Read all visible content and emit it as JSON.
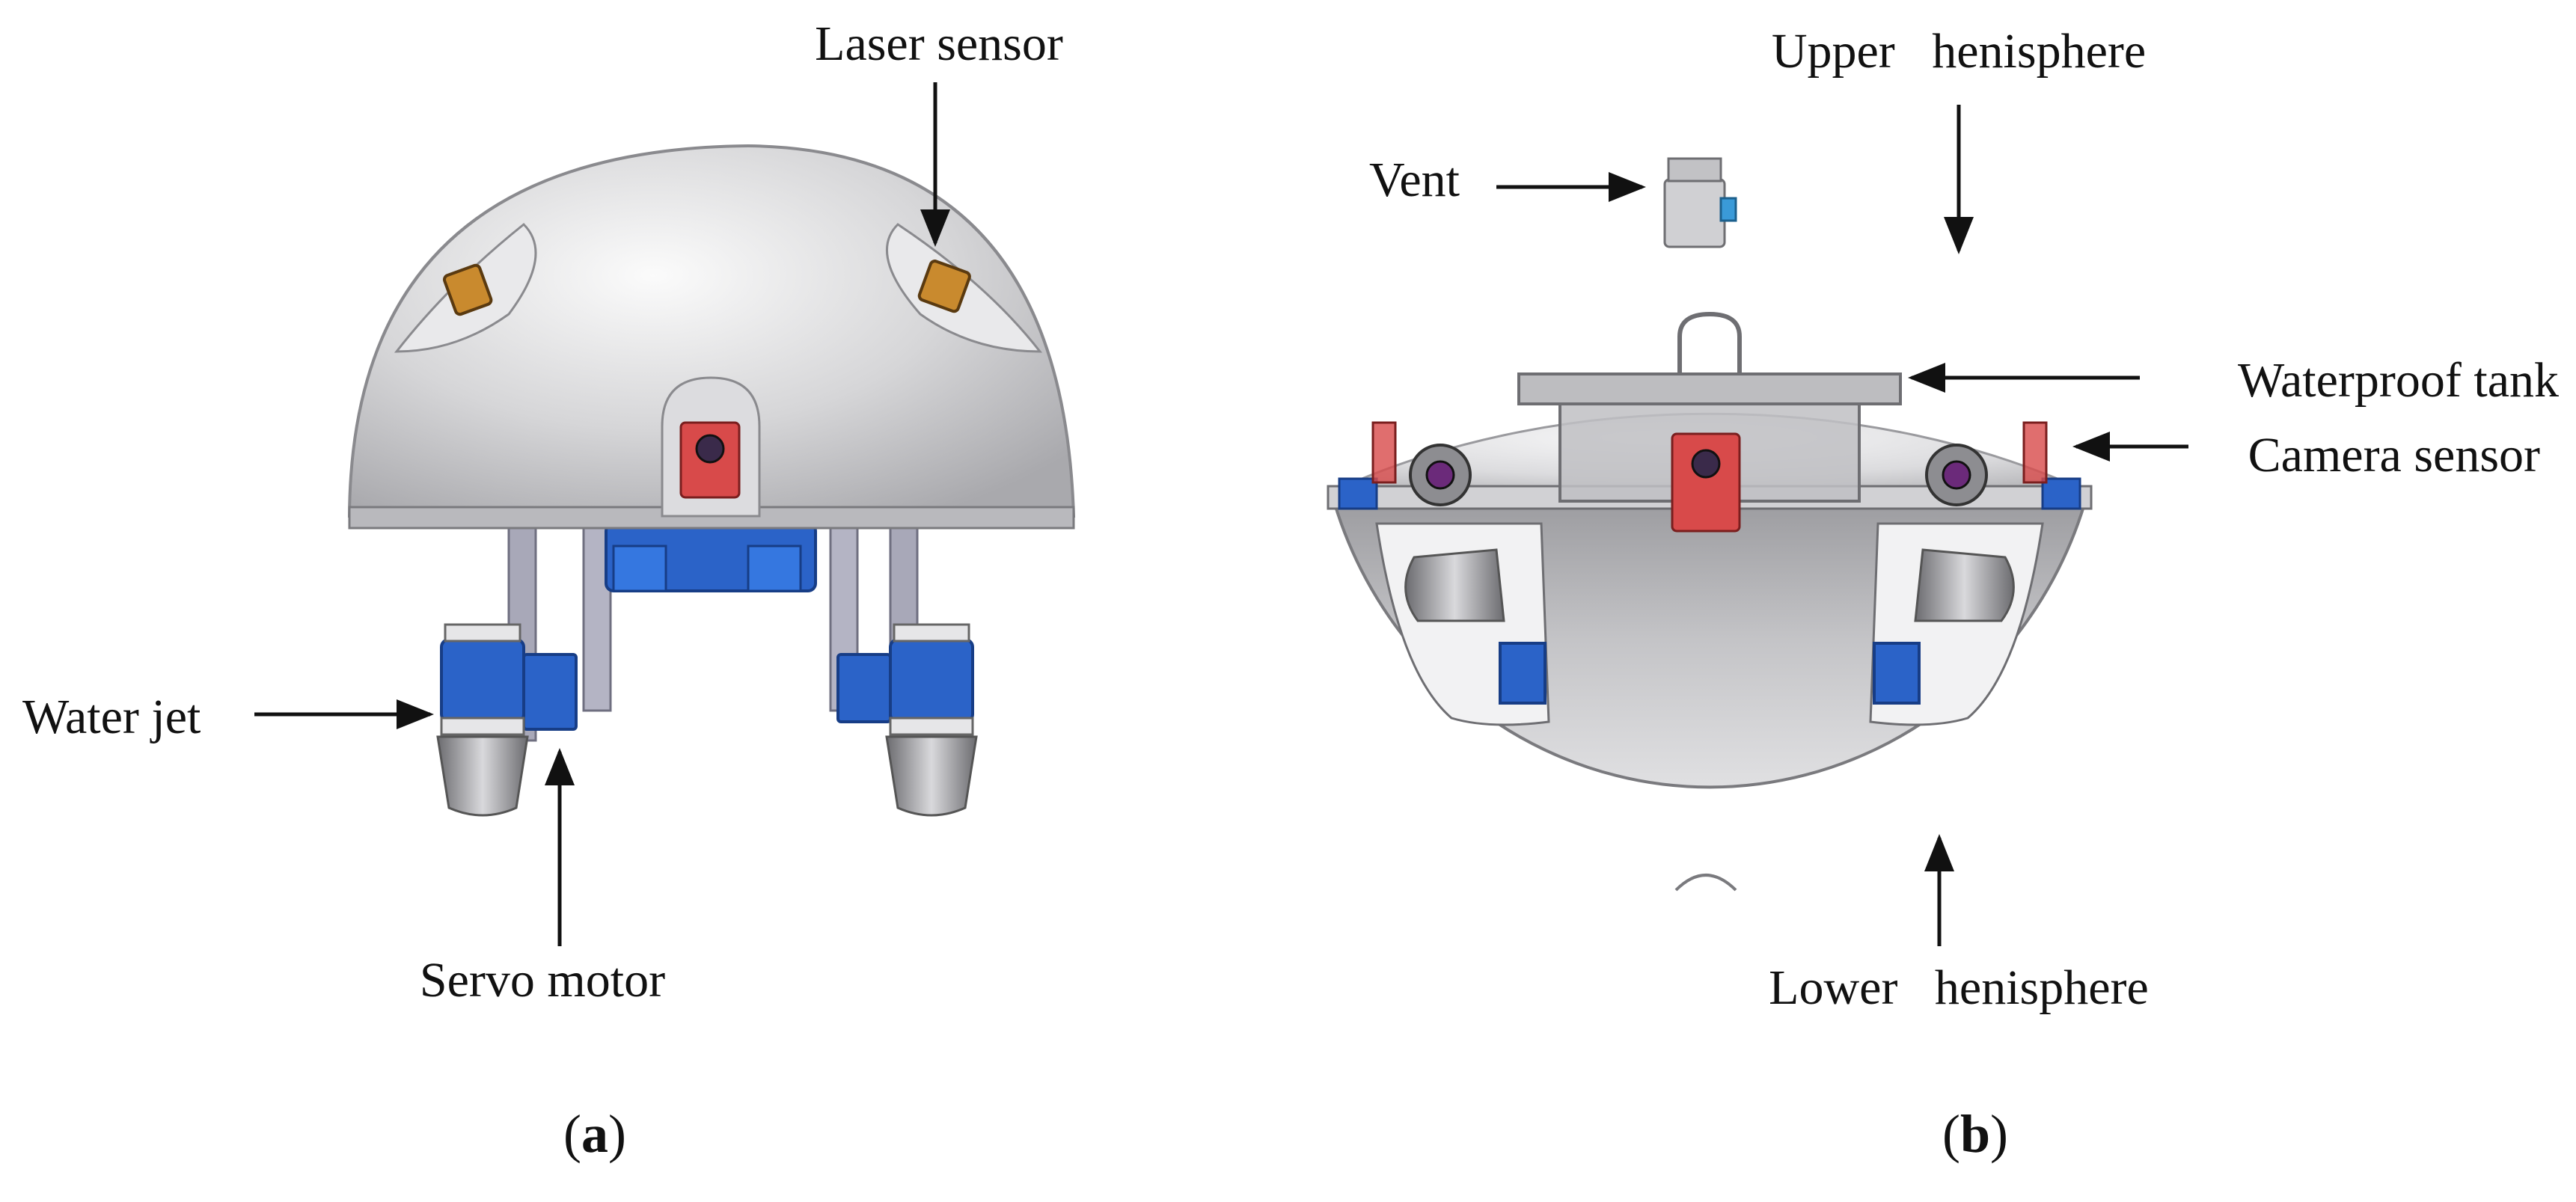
{
  "figure": {
    "panel_a": {
      "caption_open": "(",
      "caption_letter": "a",
      "caption_close": ")",
      "labels": {
        "laser_sensor": "Laser sensor",
        "water_jet": "Water jet",
        "servo_motor": "Servo motor"
      }
    },
    "panel_b": {
      "caption_open": "(",
      "caption_letter": "b",
      "caption_close": ")",
      "labels": {
        "vent": "Vent",
        "upper_hemisphere": "Upper   henisphere",
        "waterproof_tank": "Waterproof tank",
        "camera_sensor": "Camera sensor",
        "lower_hemisphere": "Lower   henisphere"
      }
    }
  },
  "colors": {
    "shell": "#c9c9cb",
    "shell_light": "#f0f0f0",
    "frame": "#a8a8b8",
    "motor_blue": "#2b63c8",
    "sensor_red": "#d84a4a",
    "sensor_orange": "#c98a2e",
    "arrow": "#111111"
  }
}
